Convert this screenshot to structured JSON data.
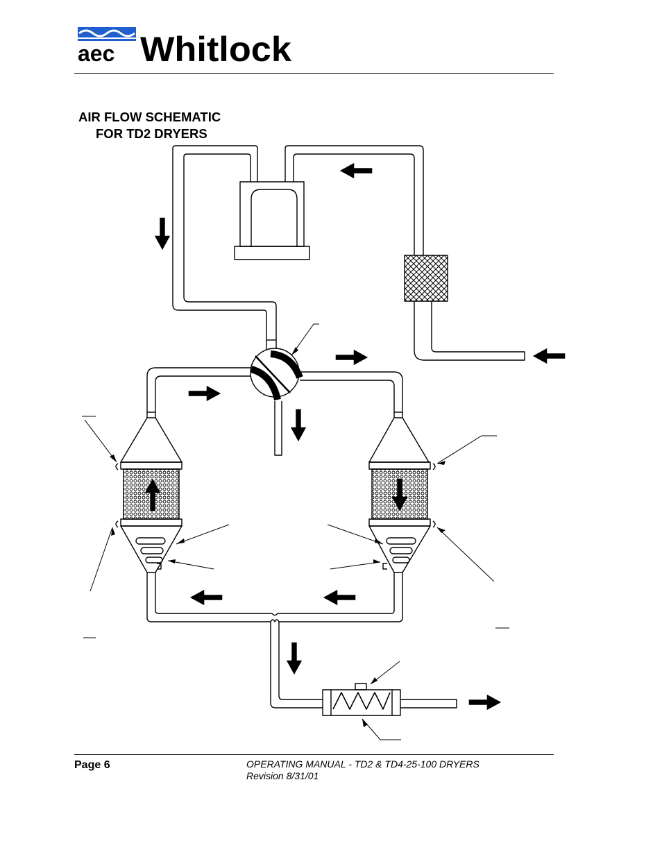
{
  "brand": {
    "logo_mark_text": "aec",
    "logo_word": "Whitlock",
    "colors": {
      "logo_blue": "#1f5fcf",
      "ink": "#000000"
    }
  },
  "title": {
    "line1": "AIR FLOW SCHEMATIC",
    "line2": "FOR TD2 DRYERS"
  },
  "footer": {
    "page": "Page 6",
    "manual": "OPERATING MANUAL - TD2 & TD4-25-100  DRYERS",
    "revision": "Revision 8/31/01"
  },
  "diagram": {
    "icons": [
      "flow-arrow-icon",
      "blower-icon",
      "filter-icon",
      "diverter-valve-icon",
      "desiccant-hopper-icon",
      "heater-icon"
    ]
  }
}
